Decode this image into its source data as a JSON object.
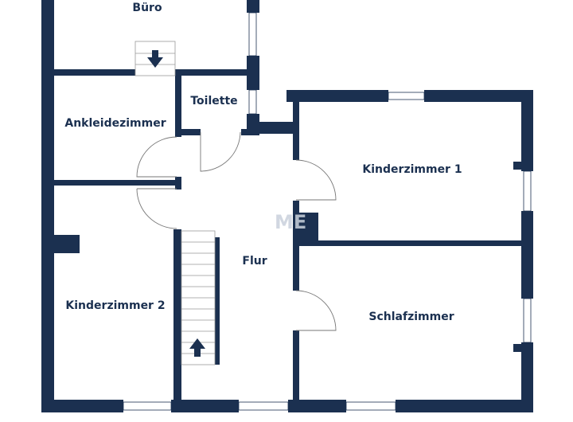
{
  "plan": {
    "rooms": [
      {
        "id": "buero",
        "label": "Büro"
      },
      {
        "id": "ankleidezimmer",
        "label": "Ankleidezimmer"
      },
      {
        "id": "toilette",
        "label": "Toilette"
      },
      {
        "id": "kinderzimmer1",
        "label": "Kinderzimmer 1"
      },
      {
        "id": "flur",
        "label": "Flur"
      },
      {
        "id": "kinderzimmer2",
        "label": "Kinderzimmer 2"
      },
      {
        "id": "schlafzimmer",
        "label": "Schlafzimmer"
      }
    ],
    "watermark": "ME",
    "colors": {
      "wall": "#1b3050",
      "door": "#777777"
    }
  }
}
